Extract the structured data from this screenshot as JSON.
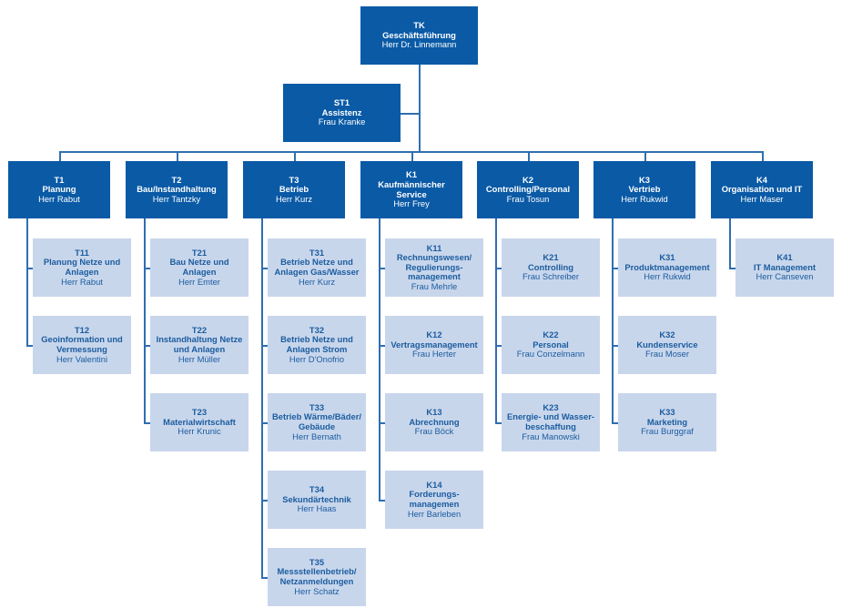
{
  "colors": {
    "dark_box": "#0a5aa6",
    "light_box": "#c8d6ec",
    "light_text": "#1b5c9e",
    "connector": "#2f6fb0"
  },
  "top": {
    "code": "TK",
    "title": "Geschäftsführung",
    "person": "Herr Dr. Linnemann"
  },
  "staff": {
    "code": "ST1",
    "title": "Assistenz",
    "person": "Frau Kranke"
  },
  "departments": [
    {
      "code": "T1",
      "title": "Planung",
      "person": "Herr Rabut",
      "units": [
        {
          "code": "T11",
          "title": "Planung Netze und Anlagen",
          "person": "Herr Rabut"
        },
        {
          "code": "T12",
          "title": "Geoinformation und Vermessung",
          "person": "Herr Valentini"
        }
      ]
    },
    {
      "code": "T2",
      "title": "Bau/Instandhaltung",
      "person": "Herr Tantzky",
      "units": [
        {
          "code": "T21",
          "title": "Bau Netze und Anlagen",
          "person": "Herr Emter"
        },
        {
          "code": "T22",
          "title": "Instandhaltung Netze und Anlagen",
          "person": "Herr Müller"
        },
        {
          "code": "T23",
          "title": "Materialwirtschaft",
          "person": "Herr Krunic"
        }
      ]
    },
    {
      "code": "T3",
      "title": "Betrieb",
      "person": "Herr Kurz",
      "units": [
        {
          "code": "T31",
          "title": "Betrieb Netze und Anlagen Gas/Wasser",
          "person": "Herr Kurz"
        },
        {
          "code": "T32",
          "title": "Betrieb Netze und Anlagen Strom",
          "person": "Herr D'Onofrio"
        },
        {
          "code": "T33",
          "title": "Betrieb Wärme/Bäder/ Gebäude",
          "person": "Herr Bernath"
        },
        {
          "code": "T34",
          "title": "Sekundärtechnik",
          "person": "Herr Haas"
        },
        {
          "code": "T35",
          "title": "Messstellenbetrieb/ Netzanmeldungen",
          "person": "Herr Schatz"
        }
      ]
    },
    {
      "code": "K1",
      "title": "Kaufmännischer Service",
      "person": "Herr Frey",
      "units": [
        {
          "code": "K11",
          "title": "Rechnungswesen/ Regulierungs- management",
          "person": "Frau Mehrle"
        },
        {
          "code": "K12",
          "title": "Vertragsmanagement",
          "person": "Frau Herter"
        },
        {
          "code": "K13",
          "title": "Abrechnung",
          "person": "Frau Böck"
        },
        {
          "code": "K14",
          "title": "Forderungs- managemen",
          "person": "Herr Barleben"
        }
      ]
    },
    {
      "code": "K2",
      "title": "Controlling/Personal",
      "person": "Frau Tosun",
      "units": [
        {
          "code": "K21",
          "title": "Controlling",
          "person": "Frau Schreiber"
        },
        {
          "code": "K22",
          "title": "Personal",
          "person": "Frau Conzelmann"
        },
        {
          "code": "K23",
          "title": "Energie- und Wasser- beschaffung",
          "person": "Frau Manowski"
        }
      ]
    },
    {
      "code": "K3",
      "title": "Vertrieb",
      "person": "Herr Rukwid",
      "units": [
        {
          "code": "K31",
          "title": "Produktmanagement",
          "person": "Herr Rukwid"
        },
        {
          "code": "K32",
          "title": "Kundenservice",
          "person": "Frau Moser"
        },
        {
          "code": "K33",
          "title": "Marketing",
          "person": "Frau Burggraf"
        }
      ]
    },
    {
      "code": "K4",
      "title": "Organisation und IT",
      "person": "Herr Maser",
      "units": [
        {
          "code": "K41",
          "title": "IT Management",
          "person": "Herr Canseven"
        }
      ]
    }
  ]
}
